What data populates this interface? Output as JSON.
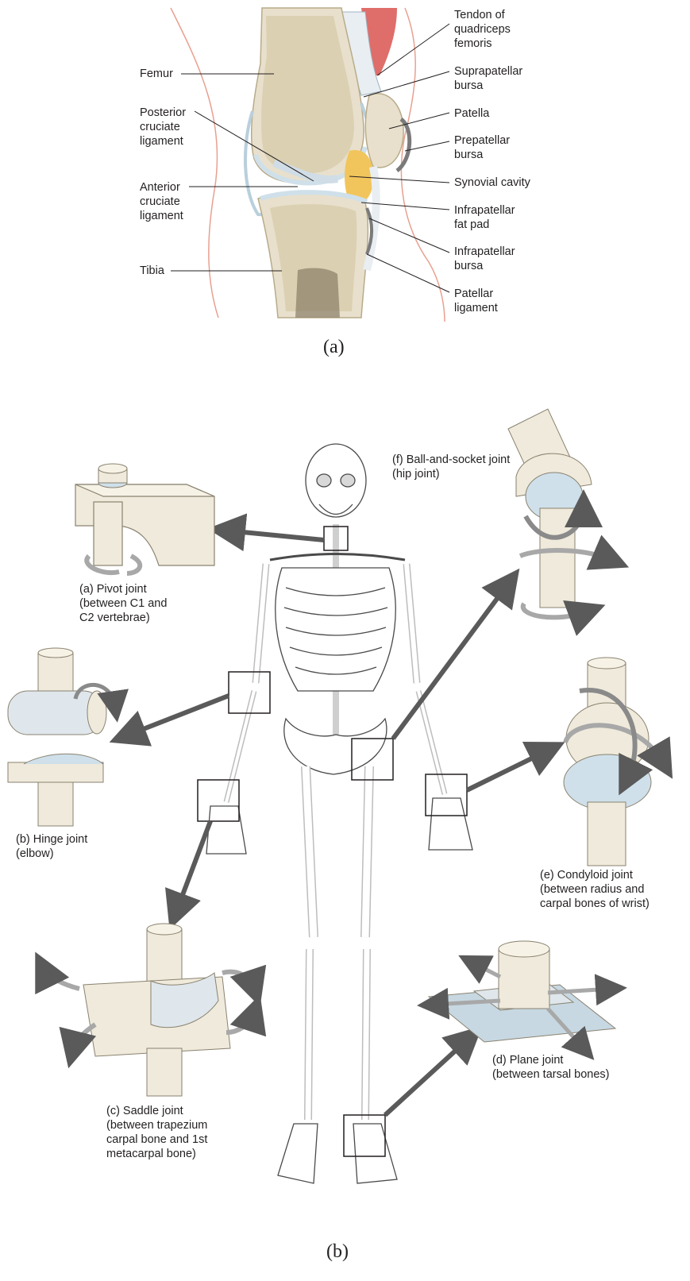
{
  "knee": {
    "labels": {
      "femur": "Femur",
      "posterior_cruciate": "Posterior\ncruciate\nligament",
      "anterior_cruciate": "Anterior\ncruciate\nligament",
      "tibia": "Tibia",
      "tendon_quadriceps": "Tendon of\nquadriceps\nfemoris",
      "suprapatellar_bursa": "Suprapatellar\nbursa",
      "patella": "Patella",
      "prepatellar_bursa": "Prepatellar\nbursa",
      "synovial_cavity": "Synovial cavity",
      "infrapatellar_fat_pad": "Infrapatellar\nfat pad",
      "infrapatellar_bursa": "Infrapatellar\nbursa",
      "patellar_ligament": "Patellar\nligament"
    },
    "caption": "(a)"
  },
  "joints": {
    "pivot": "(a) Pivot joint\n     (between C1 and\n     C2 vertebrae)",
    "hinge": "(b) Hinge joint\n      (elbow)",
    "saddle": "(c) Saddle joint\n     (between trapezium\n     carpal bone and 1st\n     metacarpal bone)",
    "plane": "(d) Plane joint\n     (between tarsal bones)",
    "condyloid": "(e) Condyloid joint\n     (between radius and\n     carpal bones of wrist)",
    "ball_socket": "(f) Ball-and-socket joint\n     (hip joint)",
    "caption": "(b)"
  },
  "colors": {
    "bone": "#e8e0cc",
    "bone_spongy": "#d6c9a6",
    "cartilage": "#cfe0ea",
    "fat_pad": "#f2c55c",
    "muscle": "#d9534f",
    "skin_line": "#e8a090",
    "arrow": "#5a5a5a",
    "cylinder": "#efeadb",
    "curved_arrow": "#a8a8a8"
  },
  "icons": [
    "skeleton-figure",
    "knee-cross-section",
    "pivot-joint-model",
    "hinge-joint-model",
    "saddle-joint-model",
    "plane-joint-model",
    "condyloid-joint-model",
    "ball-socket-joint-model"
  ]
}
